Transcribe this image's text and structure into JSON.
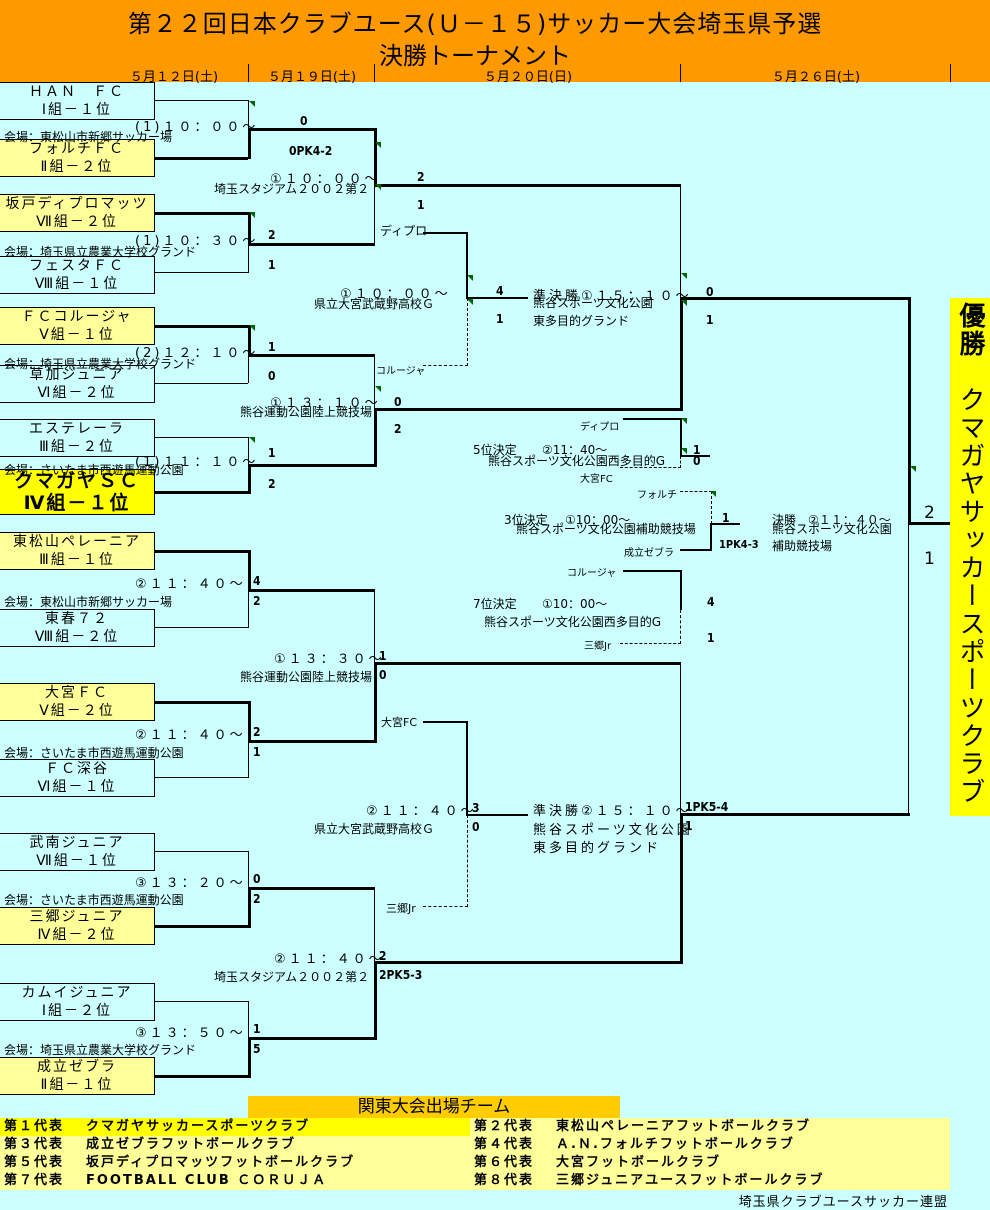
{
  "header": {
    "title_line1": "第２２回日本クラブユース(Ｕ－１５)サッカー大会埼玉県予選",
    "title_line2": "決勝トーナメント",
    "dates": [
      "５月１２日(土)",
      "５月１９日(土)",
      "５月２０日(日)",
      "５月２６日(土)"
    ]
  },
  "teams": [
    {
      "name": "ＨＡＮ　ＦＣ",
      "rank": "Ⅰ組－１位",
      "advanced": false
    },
    {
      "name": "フォルチＦＣ",
      "rank": "Ⅱ組－２位",
      "advanced": true
    },
    {
      "name": "坂戸ディプロマッツ",
      "rank": "Ⅶ組－２位",
      "advanced": true
    },
    {
      "name": "フェスタＦＣ",
      "rank": "Ⅷ組－１位",
      "advanced": false
    },
    {
      "name": "ＦＣコルージャ",
      "rank": "Ⅴ組－１位",
      "advanced": true
    },
    {
      "name": "草加ジュニア",
      "rank": "Ⅵ組－２位",
      "advanced": false
    },
    {
      "name": "エステレーラ",
      "rank": "Ⅲ組－２位",
      "advanced": false
    },
    {
      "name": "クマガヤＳＣ",
      "rank": "Ⅳ組－１位",
      "advanced": true,
      "champion": true
    },
    {
      "name": "東松山ペレーニア",
      "rank": "Ⅲ組－１位",
      "advanced": true
    },
    {
      "name": "東春７２",
      "rank": "Ⅷ組－２位",
      "advanced": false
    },
    {
      "name": "大宮ＦＣ",
      "rank": "Ⅴ組－２位",
      "advanced": true
    },
    {
      "name": "ＦＣ深谷",
      "rank": "Ⅵ組－１位",
      "advanced": false
    },
    {
      "name": "武南ジュニア",
      "rank": "Ⅶ組－１位",
      "advanced": false
    },
    {
      "name": "三郷ジュニア",
      "rank": "Ⅳ組－２位",
      "advanced": true
    },
    {
      "name": "カムイジュニア",
      "rank": "Ⅰ組－２位",
      "advanced": false
    },
    {
      "name": "成立ゼブラ",
      "rank": "Ⅱ組－１位",
      "advanced": true
    }
  ],
  "round1": [
    {
      "time": "(1)１０：００～",
      "venue": "会場：東松山市新郷サッカー場",
      "score_top": "0",
      "score_bottom": "0PK4-2"
    },
    {
      "time": "(1)１０：３０～",
      "venue": "会場：埼玉県立農業大学校グランド",
      "score_top": "2",
      "score_bottom": "1"
    },
    {
      "time": "(2)１２：１０～",
      "venue": "会場：埼玉県立農業大学校グランド",
      "score_top": "1",
      "score_bottom": "0"
    },
    {
      "time": "(1)１１：１０～",
      "venue": "会場：さいたま市西遊馬運動公園",
      "score_top": "1",
      "score_bottom": "2"
    },
    {
      "time": "②１１：４０～",
      "venue": "会場：東松山市新郷サッカー場",
      "score_top": "4",
      "score_bottom": "2"
    },
    {
      "time": "②１１：４０～",
      "venue": "会場：さいたま市西遊馬運動公園",
      "score_top": "2",
      "score_bottom": "1"
    },
    {
      "time": "③１３：２０～",
      "venue": "会場：さいたま市西遊馬運動公園",
      "score_top": "0",
      "score_bottom": "2"
    },
    {
      "time": "③１３：５０～",
      "venue": "会場：埼玉県立農業大学校グランド",
      "score_top": "1",
      "score_bottom": "5"
    }
  ],
  "round2": [
    {
      "time": "①１０：００～",
      "venue": "埼玉スタジアム２００２第２",
      "score_top": "2",
      "score_bottom": "1"
    },
    {
      "time": "①１３：１０～",
      "venue": "熊谷運動公園陸上競技場",
      "score_top": "0",
      "score_bottom": "2"
    },
    {
      "time": "①１３：３０～",
      "venue": "熊谷運動公園陸上競技場",
      "score_top": "1",
      "score_bottom": "0"
    },
    {
      "time": "②１１：４０～",
      "venue": "埼玉スタジアム２００２第２",
      "score_top": "2",
      "score_bottom": "2PK5-3"
    }
  ],
  "playoffs": [
    {
      "time": "①１０：００～",
      "venue": "県立大宮武蔵野高校Ｇ",
      "team_top": "ディプロ",
      "team_bottom": "コルージャ",
      "score_top": "4",
      "score_bottom": "1"
    },
    {
      "time": "②１１：４０～",
      "venue": "県立大宮武蔵野高校Ｇ",
      "team_top": "大宮FC",
      "team_bottom": "三郷Jr",
      "score_top": "3",
      "score_bottom": "0"
    }
  ],
  "semifinals": [
    {
      "label": "準決勝①１５：１０～",
      "venue_line1": "熊谷スポーツ文化公園",
      "venue_line2": "東多目的グランド",
      "score_top": "0",
      "score_bottom": "1"
    },
    {
      "label": "準決勝②１５：１０～",
      "venue_line1": "熊谷スポーツ文化公園",
      "venue_line2": "東多目的グランド",
      "score_top": "1PK5-4",
      "score_bottom": "1"
    }
  ],
  "placement": {
    "fifth": {
      "label": "5位決定",
      "time": "②11：40～",
      "venue": "熊谷スポーツ文化公園西多目的G",
      "team_top": "ディプロ",
      "team_bottom": "大宮FC",
      "score_top": "1",
      "score_bottom": "0"
    },
    "third": {
      "label": "3位決定",
      "time": "①10：00～",
      "venue": "熊谷スポーツ文化公園補助競技場",
      "team_top": "フォルチ",
      "team_bottom": "成立ゼブラ",
      "score_top": "1",
      "score_bottom": "1PK4-3"
    },
    "seventh": {
      "label": "7位決定",
      "time": "①10：00～",
      "venue": "熊谷スポーツ文化公園西多目的G",
      "team_top": "コルージャ",
      "team_bottom": "三郷Jr",
      "score_top": "4",
      "score_bottom": "1"
    }
  },
  "final": {
    "time": "決勝　②１１：４０～",
    "venue_line1": "熊谷スポーツ文化公園",
    "venue_line2": "補助競技場",
    "score_top": "2",
    "score_bottom": "1"
  },
  "champion": {
    "label": "優勝",
    "team": "クマガヤサッカースポーツクラブ"
  },
  "kanto": {
    "title": "関東大会出場チーム",
    "reps": [
      {
        "label": "第１代表",
        "team": "クマガヤサッカースポーツクラブ"
      },
      {
        "label": "第２代表",
        "team": "東松山ペレーニアフットボールクラブ"
      },
      {
        "label": "第３代表",
        "team": "成立ゼブラフットボールクラブ"
      },
      {
        "label": "第４代表",
        "team": "Ａ.Ｎ.フォルチフットボールクラブ"
      },
      {
        "label": "第５代表",
        "team": "坂戸ディプロマッツフットボールクラブ"
      },
      {
        "label": "第６代表",
        "team": "大宮フットボールクラブ"
      },
      {
        "label": "第７代表",
        "team": "FOOTBALL CLUB ＣＯＲＵＪＡ"
      },
      {
        "label": "第８代表",
        "team": "三郷ジュニアユースフットボールクラブ"
      }
    ]
  },
  "footer": "埼玉県クラブユースサッカー連盟",
  "colors": {
    "background": "#ccffff",
    "header": "#ff9900",
    "advanced": "#ffff99",
    "champion": "#ffff00",
    "kanto_title": "#ffcc00"
  }
}
